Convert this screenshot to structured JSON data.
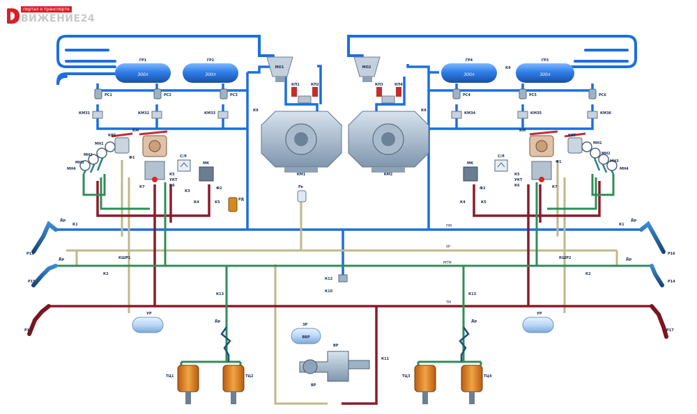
{
  "logo": {
    "tagline": "портал о транспорте",
    "name": "ВИЖЕНИЕ24"
  },
  "colors": {
    "feed": "#1b6fe0",
    "brake1": "#8a1b2a",
    "brake2": "#2e8d58",
    "control": "#bdb88a",
    "tank": "#2f7fe8",
    "cylinder": "#e08a1f"
  },
  "labels": {
    "gr1": "ГР1",
    "gr2": "ГР2",
    "gr3": "ГР3",
    "gr4": "ГР4",
    "vol": "300л",
    "ps1": "РС1",
    "ps2": "РС2",
    "ps3": "РС3",
    "ps4": "РС4",
    "ps5": "РС5",
    "ps6": "РС6",
    "kmz1": "КМЗ1",
    "kmz2": "КМЗ2",
    "kmz3": "КМЗ3",
    "kmz4": "КМЗ4",
    "kmz5": "КМЗ5",
    "kmz6": "КМЗ6",
    "mo1": "МО1",
    "mo2": "МО2",
    "km1": "КМ1",
    "km2": "КМ2",
    "kp1": "КП1",
    "kp2": "КП2",
    "kp3": "КП3",
    "kp4": "КП4",
    "k9": "К9",
    "kv5": "КВ5",
    "km": "КМ",
    "kvt": "КВТ",
    "mn1": "МН1",
    "mn2": "МН2",
    "mn3": "МН3",
    "mn4": "МН4",
    "f1": "Ф1",
    "f2": "Ф2",
    "sl": "С/Л",
    "mk": "МК",
    "k3": "К3",
    "k4": "К4",
    "k5": "К5",
    "k6": "К6",
    "k7": "К7",
    "ukt": "УКТ",
    "rd": "РД",
    "rk": "Рк",
    "dr": "Др",
    "k1": "К1",
    "k2": "К2",
    "r13": "Р13",
    "r14": "Р14",
    "r15": "Р15",
    "r16": "Р16",
    "r17": "Р17",
    "kshr1": "КШР1",
    "kshr2": "КШР2",
    "ur": "УР",
    "k10": "К10",
    "k11": "К11",
    "k12": "К12",
    "k13": "К13",
    "tc1": "ТЦ1",
    "tc2": "ТЦ2",
    "tc3": "ТЦ3",
    "tc4": "ТЦ4",
    "vr": "ВР",
    "vvr": "ВВР",
    "zr": "ЗР",
    "pm": "ПМ",
    "tm": "ТМ",
    "ur_line": "УР",
    "mtm": "МТМ"
  }
}
